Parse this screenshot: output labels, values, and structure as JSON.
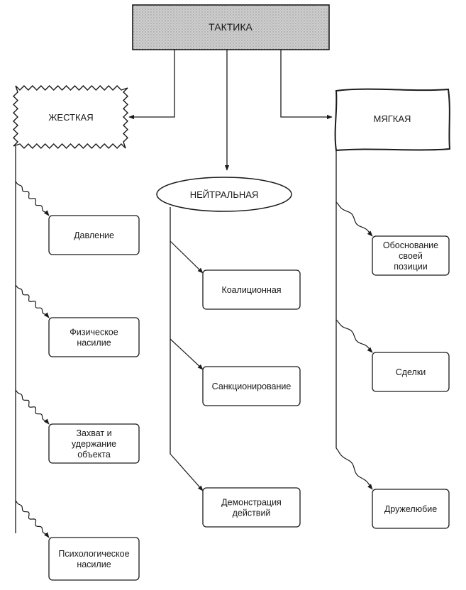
{
  "root": {
    "label": "ТАКТИКА"
  },
  "branches": {
    "hard": {
      "label": "ЖЕСТКАЯ",
      "items": [
        "Давление",
        "Физическое насилие",
        "Захват и удержание объекта",
        "Психологическое насилие"
      ]
    },
    "neutral": {
      "label": "НЕЙТРАЛЬНАЯ",
      "items": [
        "Коалиционная",
        "Санкционирование",
        "Демонстрация действий"
      ]
    },
    "soft": {
      "label": "МЯГКАЯ",
      "items": [
        "Обоснование своей позиции",
        "Сделки",
        "Дружелюбие"
      ]
    }
  }
}
